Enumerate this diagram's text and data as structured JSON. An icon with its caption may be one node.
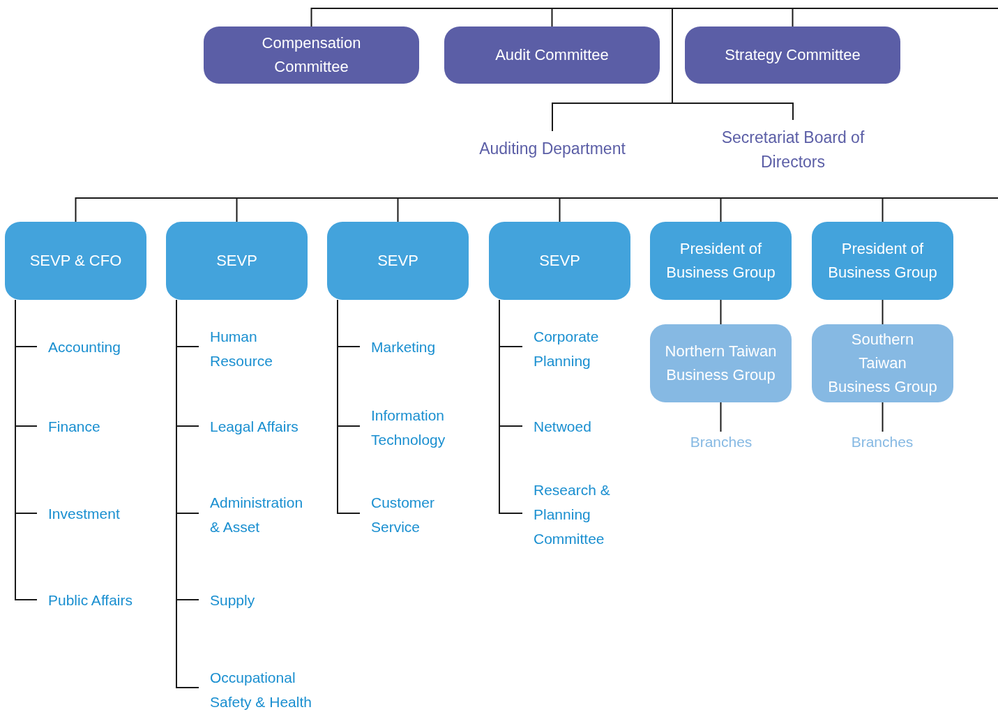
{
  "diagram": {
    "nodes": [
      {
        "text": [
          "Compensation Committee"
        ]
      },
      {
        "text": [
          "Audit Committee"
        ]
      },
      {
        "text": [
          "Strategy Committee"
        ]
      },
      {
        "text": [
          "Auditing Department"
        ]
      },
      {
        "text": [
          "Secretariat Board of Directors"
        ]
      },
      {
        "text": [
          "SEVP & CFO"
        ]
      },
      {
        "text": [
          "SEVP"
        ]
      },
      {
        "text": [
          "SEVP"
        ]
      },
      {
        "text": [
          "SEVP"
        ]
      },
      {
        "text": [
          "President of Business Group"
        ]
      },
      {
        "text": [
          "President of Business Group"
        ]
      },
      {
        "text": [
          "Northern Taiwan Business Group"
        ]
      },
      {
        "text": [
          "Southern Taiwan Business Group"
        ]
      },
      {
        "text": [
          "Branches"
        ]
      },
      {
        "text": [
          "Branches"
        ]
      },
      {
        "text": [
          "Accounting"
        ]
      },
      {
        "text": [
          "Finance"
        ]
      },
      {
        "text": [
          "Investment"
        ]
      },
      {
        "text": [
          "Public Affairs"
        ]
      },
      {
        "text": [
          "Human Resource"
        ]
      },
      {
        "text": [
          "Leagal Affairs"
        ]
      },
      {
        "text": [
          "Administration & Asset"
        ]
      },
      {
        "text": [
          "Supply"
        ]
      },
      {
        "text": [
          "Occupational Safety & Health"
        ]
      },
      {
        "text": [
          "Marketing"
        ]
      },
      {
        "text": [
          "Information Technology"
        ]
      },
      {
        "text": [
          "Customer Service"
        ]
      },
      {
        "text": [
          "Corporate Planning"
        ]
      },
      {
        "text": [
          "Netwoed"
        ]
      },
      {
        "text": [
          "Research & Planning Committee"
        ]
      }
    ],
    "edges": [
      {
        "from": null,
        "to": 0,
        "arrow": "none"
      },
      {
        "from": null,
        "to": 1,
        "arrow": "none"
      },
      {
        "from": null,
        "to": 2,
        "arrow": "none"
      },
      {
        "from": null,
        "to": 3,
        "arrow": "none"
      },
      {
        "from": null,
        "to": 4,
        "arrow": "none"
      },
      {
        "from": null,
        "to": 5,
        "arrow": "none"
      },
      {
        "from": null,
        "to": 6,
        "arrow": "none"
      },
      {
        "from": null,
        "to": 7,
        "arrow": "none"
      },
      {
        "from": null,
        "to": 8,
        "arrow": "none"
      },
      {
        "from": null,
        "to": 9,
        "arrow": "none"
      },
      {
        "from": null,
        "to": 10,
        "arrow": "none"
      },
      {
        "from": 9,
        "to": 11,
        "arrow": "none"
      },
      {
        "from": 10,
        "to": 12,
        "arrow": "none"
      },
      {
        "from": 11,
        "to": 13,
        "arrow": "none"
      },
      {
        "from": 12,
        "to": 14,
        "arrow": "none"
      },
      {
        "from": 5,
        "to": 15,
        "arrow": "none"
      },
      {
        "from": 5,
        "to": 16,
        "arrow": "none"
      },
      {
        "from": 5,
        "to": 17,
        "arrow": "none"
      },
      {
        "from": 5,
        "to": 18,
        "arrow": "none"
      },
      {
        "from": 6,
        "to": 19,
        "arrow": "none"
      },
      {
        "from": 6,
        "to": 20,
        "arrow": "none"
      },
      {
        "from": 6,
        "to": 21,
        "arrow": "none"
      },
      {
        "from": 6,
        "to": 22,
        "arrow": "none"
      },
      {
        "from": 6,
        "to": 23,
        "arrow": "none"
      },
      {
        "from": 7,
        "to": 24,
        "arrow": "none"
      },
      {
        "from": 7,
        "to": 25,
        "arrow": "none"
      },
      {
        "from": 7,
        "to": 26,
        "arrow": "none"
      },
      {
        "from": 8,
        "to": 27,
        "arrow": "none"
      },
      {
        "from": 8,
        "to": 28,
        "arrow": "none"
      },
      {
        "from": 8,
        "to": 29,
        "arrow": "none"
      }
    ]
  }
}
